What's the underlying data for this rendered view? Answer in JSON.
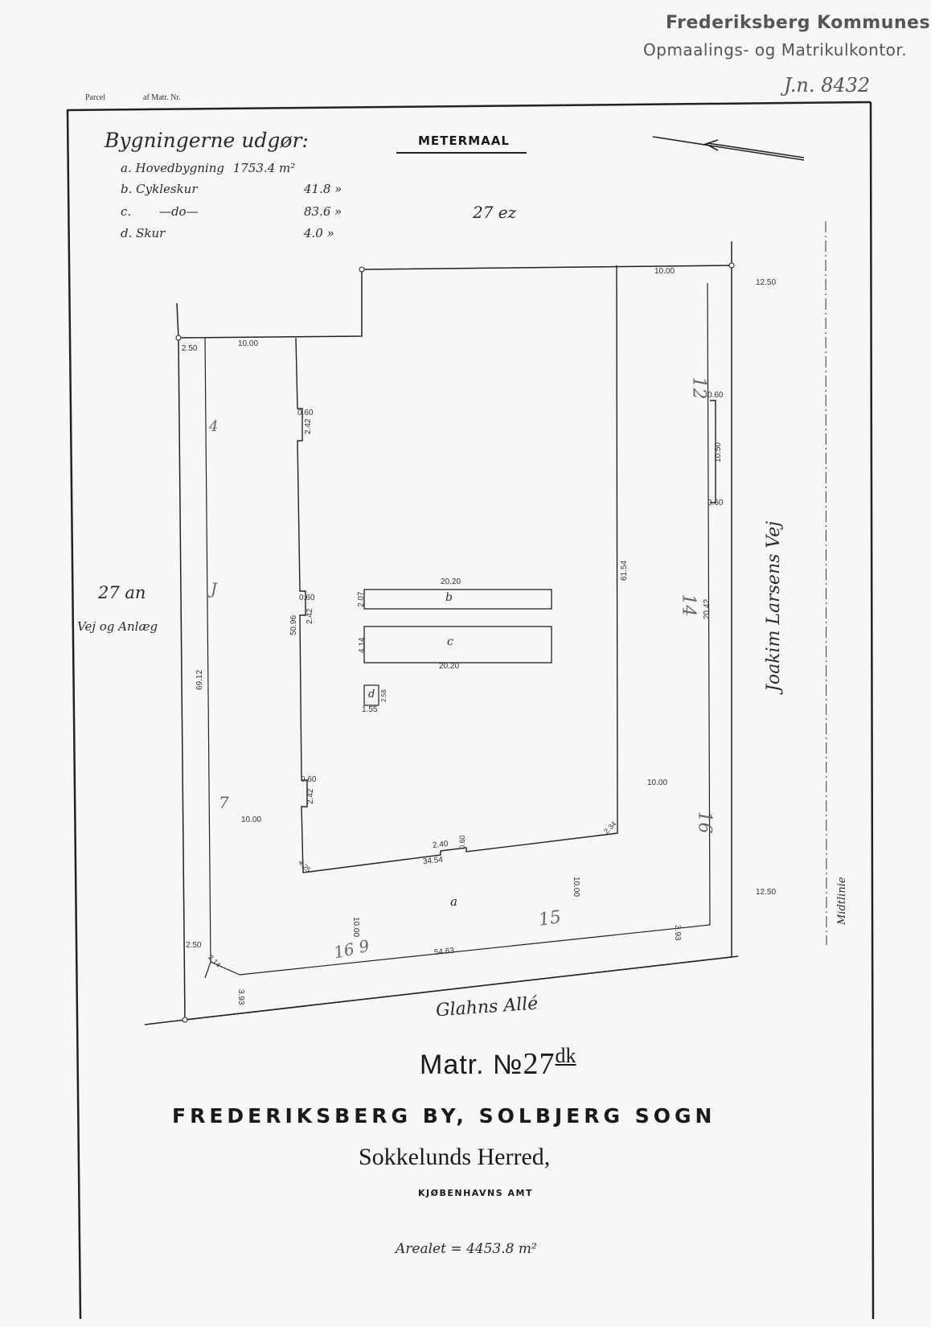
{
  "stamp": {
    "line1": "Frederiksberg Kommunes",
    "line2": "Opmaalings- og Matrikulkontor.",
    "number": "J.n. 8432"
  },
  "header": {
    "parcel_label": "Parcel",
    "matr_label": "af Matr. Nr."
  },
  "legend": {
    "title": "Bygningerne udgør:",
    "rows": [
      {
        "key": "a.",
        "name": "Hovedbygning",
        "value": "1753.4 m²"
      },
      {
        "key": "b.",
        "name": "Cykleskur",
        "value": "41.8 »"
      },
      {
        "key": "c.",
        "name": "—do—",
        "value": "83.6 »"
      },
      {
        "key": "d.",
        "name": "Skur",
        "value": "4.0 »"
      }
    ]
  },
  "scale_label": "METERMAAL",
  "parcels": {
    "north": "27 ez",
    "west": "27 an",
    "west_sub": "Vej og Anlæg"
  },
  "streets": {
    "east": "Joakim Larsens Vej",
    "south": "Glahns Allé",
    "centerline": "Midtlinie"
  },
  "building_labels": {
    "a": "a",
    "b": "b",
    "c": "c",
    "d": "d"
  },
  "dimensions": {
    "top_right": "10.00",
    "top_left": "10.00",
    "right_offset": "12.50",
    "right_offset_bottom": "12.50",
    "left_corner": "2.50",
    "left_corner_bottom": "2.50",
    "notch1": "0.60",
    "notch1_len": "2.42",
    "notch2": "0.60",
    "notch2_len": "2.42",
    "notch3": "0.60",
    "notch3_len": "2.42",
    "right_notch_top": "0.60",
    "right_notch_len": "10.50",
    "right_notch_bot": "0.60",
    "inner_west": "50.96",
    "outer_west": "69.12",
    "inner_east": "61.54",
    "east_span": "20.42",
    "b_width": "20.20",
    "b_depth": "2.07",
    "c_depth": "4.14",
    "c_width": "20.20",
    "d_height": "2.58",
    "d_width": "1.55",
    "inner_south": "34.54",
    "bottom_notch": "2.40",
    "bottom_notch_depth": "0.60",
    "left_10": "10.00",
    "right_10": "10.00",
    "south_offset_1": "10.00",
    "south_offset_2": "10.00",
    "outer_south": "54.63",
    "se_393": "3.93",
    "sw_393": "3.93",
    "corner_214": "2.14",
    "corner_234": "2.34",
    "corner_425": "4.25"
  },
  "pencil": {
    "p1": "4",
    "p2": "12",
    "p3": "J",
    "p4": "14",
    "p5": "7",
    "p6": "16",
    "p7": "15",
    "p8": "16 9"
  },
  "title": {
    "matr_prefix": "Matr. №",
    "matr_number": "27",
    "matr_suffix": "dk",
    "by_sogn": "FREDERIKSBERG BY, SOLBJERG SOGN",
    "herred": "Sokkelunds Herred,",
    "amt": "KJØBENHAVNS AMT",
    "area": "Arealet = 4453.8 m²"
  }
}
